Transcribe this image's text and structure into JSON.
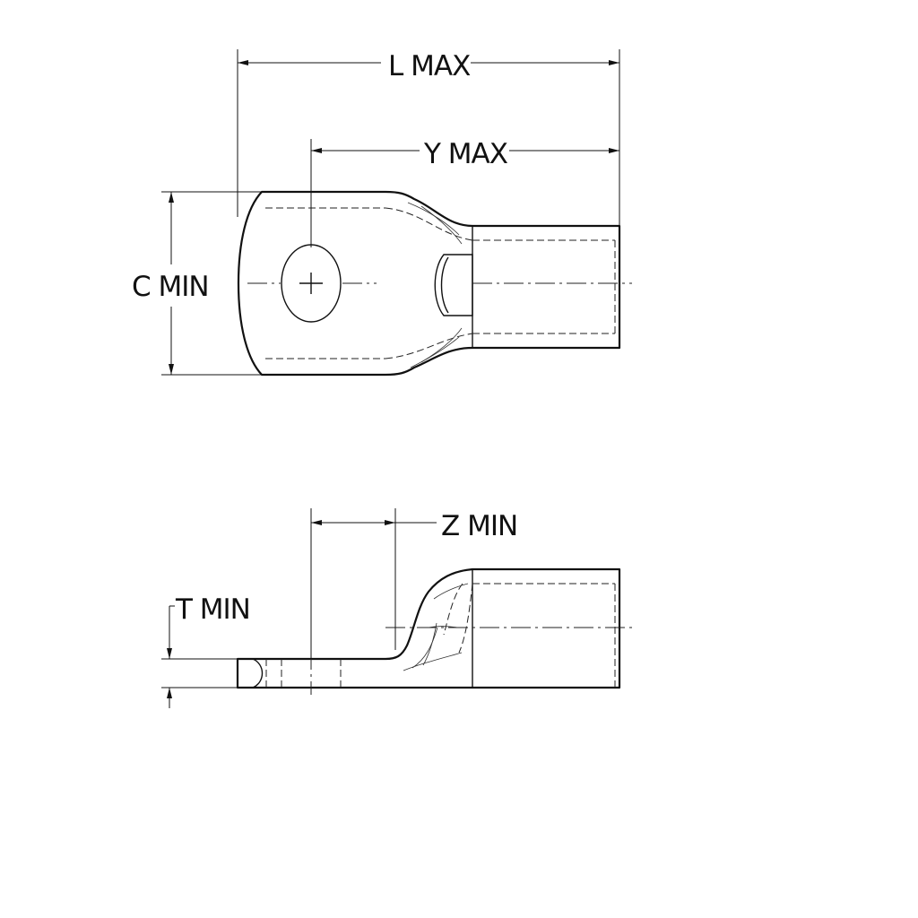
{
  "labels": {
    "l_max": "L MAX",
    "y_max": "Y MAX",
    "c_min": "C MIN",
    "z_min": "Z MIN",
    "t_min": "T MIN"
  }
}
